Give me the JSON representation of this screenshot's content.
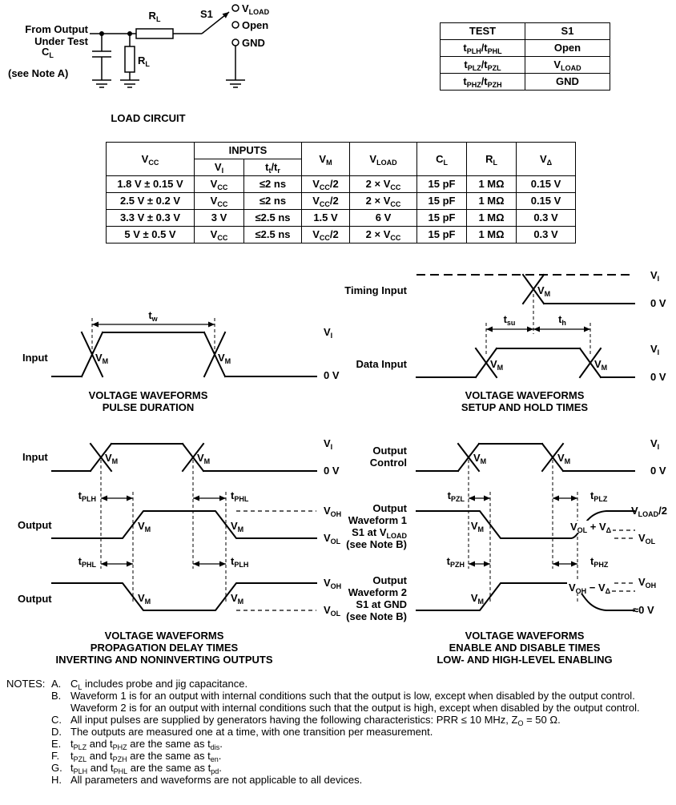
{
  "colors": {
    "ink": "#000000",
    "bg": "#ffffff"
  },
  "labels": {
    "voltage_waveforms": "VOLTAGE WAVEFORMS",
    "vm_html": "V<sub>M</sub>",
    "vi_html": "V<sub>I</sub>",
    "zero_v": "0 V",
    "voh_html": "V<sub>OH</sub>",
    "vol_html": "V<sub>OL</sub>"
  },
  "load_circuit": {
    "from_output_line1": "From Output",
    "from_output_line2": "Under Test",
    "cl_html": "C<sub>L</sub>",
    "cl_note": "(see Note A)",
    "rl_html": "R<sub>L</sub>",
    "s1_label": "S1",
    "pos_vload_html": "V<sub>LOAD</sub>",
    "pos_open": "Open",
    "pos_gnd": "GND",
    "caption": "LOAD CIRCUIT"
  },
  "s1_table": {
    "header_test": "TEST",
    "header_s1": "S1",
    "rows": [
      {
        "test_html": "t<sub>PLH</sub>/t<sub>PHL</sub>",
        "s1_html": "Open"
      },
      {
        "test_html": "t<sub>PLZ</sub>/t<sub>PZL</sub>",
        "s1_html": "V<sub>LOAD</sub>"
      },
      {
        "test_html": "t<sub>PHZ</sub>/t<sub>PZH</sub>",
        "s1_html": "GND"
      }
    ]
  },
  "param_table": {
    "header_vcc_html": "V<sub>CC</sub>",
    "header_inputs": "INPUTS",
    "header_vi_html": "V<sub>I</sub>",
    "header_ttr_html": "t<sub>t</sub>/t<sub>r</sub>",
    "header_vm_html": "V<sub>M</sub>",
    "header_vload_html": "V<sub>LOAD</sub>",
    "header_cl_html": "C<sub>L</sub>",
    "header_rl_html": "R<sub>L</sub>",
    "header_vdelta_html": "V<sub>Δ</sub>",
    "rows": [
      {
        "vcc": "1.8 V ± 0.15 V",
        "vi_html": "V<sub>CC</sub>",
        "ttr": "≤2 ns",
        "vm_html": "V<sub>CC</sub>/2",
        "vload_html": "2 × V<sub>CC</sub>",
        "cl": "15 pF",
        "rl": "1 MΩ",
        "vdelta": "0.15 V"
      },
      {
        "vcc": "2.5 V ± 0.2 V",
        "vi_html": "V<sub>CC</sub>",
        "ttr": "≤2 ns",
        "vm_html": "V<sub>CC</sub>/2",
        "vload_html": "2 × V<sub>CC</sub>",
        "cl": "15 pF",
        "rl": "1 MΩ",
        "vdelta": "0.15 V"
      },
      {
        "vcc": "3.3 V ± 0.3 V",
        "vi_html": "3 V",
        "ttr": "≤2.5 ns",
        "vm_html": "1.5 V",
        "vload_html": "6 V",
        "cl": "15 pF",
        "rl": "1 MΩ",
        "vdelta": "0.3 V"
      },
      {
        "vcc": "5 V ± 0.5 V",
        "vi_html": "V<sub>CC</sub>",
        "ttr": "≤2.5 ns",
        "vm_html": "V<sub>CC</sub>/2",
        "vload_html": "2 × V<sub>CC</sub>",
        "cl": "15 pF",
        "rl": "1 MΩ",
        "vdelta": "0.3 V"
      }
    ]
  },
  "pulse_panel": {
    "signal": "Input",
    "tw_html": "t<sub>w</sub>",
    "caption2": "PULSE DURATION"
  },
  "setup_hold_panel": {
    "timing_signal": "Timing Input",
    "data_signal": "Data Input",
    "tsu_html": "t<sub>su</sub>",
    "th_html": "t<sub>h</sub>",
    "caption2": "SETUP AND HOLD TIMES"
  },
  "prop_delay_panel": {
    "input_signal": "Input",
    "output_signal": "Output",
    "tplh_html": "t<sub>PLH</sub>",
    "tphl_html": "t<sub>PHL</sub>",
    "caption2": "PROPAGATION DELAY TIMES",
    "caption3": "INVERTING AND NONINVERTING OUTPUTS"
  },
  "enable_panel": {
    "control_line1": "Output",
    "control_line2": "Control",
    "wf1_line1": "Output",
    "wf1_line2": "Waveform 1",
    "wf1_line3_html": "S1 at V<sub>LOAD</sub>",
    "wf1_line4": "(see Note B)",
    "wf2_line1": "Output",
    "wf2_line2": "Waveform 2",
    "wf2_line3": "S1 at GND",
    "wf2_line4": "(see Note B)",
    "tpzl_html": "t<sub>PZL</sub>",
    "tplz_html": "t<sub>PLZ</sub>",
    "tpzh_html": "t<sub>PZH</sub>",
    "tphz_html": "t<sub>PHZ</sub>",
    "vload2_html": "V<sub>LOAD</sub>/2",
    "vol_plus_html": "V<sub>OL</sub> + V<sub>Δ</sub>",
    "voh_minus_html": "V<sub>OH</sub> − V<sub>Δ</sub>",
    "approx_zero": "≈0 V",
    "caption2": "ENABLE AND DISABLE TIMES",
    "caption3": "LOW- AND HIGH-LEVEL ENABLING"
  },
  "notes": {
    "title": "NOTES:",
    "items": [
      {
        "letter": "A.",
        "text_html": "C<sub>L</sub> includes probe and jig capacitance."
      },
      {
        "letter": "B.",
        "text_html": "Waveform 1 is for an output with internal conditions such that the output is low, except when disabled by the output control. Waveform 2 is for an output with internal conditions such that the output is high, except when disabled by the output control."
      },
      {
        "letter": "C.",
        "text_html": "All input pulses are supplied by generators having the following characteristics: PRR ≤ 10 MHz, Z<sub>O</sub> = 50 Ω."
      },
      {
        "letter": "D.",
        "text_html": "The outputs are measured one at a time, with one transition per measurement."
      },
      {
        "letter": "E.",
        "text_html": "t<sub>PLZ</sub> and t<sub>PHZ</sub> are the same as t<sub>dis</sub>."
      },
      {
        "letter": "F.",
        "text_html": "t<sub>PZL</sub> and t<sub>PZH</sub> are the same as t<sub>en</sub>."
      },
      {
        "letter": "G.",
        "text_html": "t<sub>PLH</sub> and t<sub>PHL</sub> are the same as t<sub>pd</sub>."
      },
      {
        "letter": "H.",
        "text_html": "All parameters and waveforms are not applicable to all devices."
      }
    ]
  }
}
